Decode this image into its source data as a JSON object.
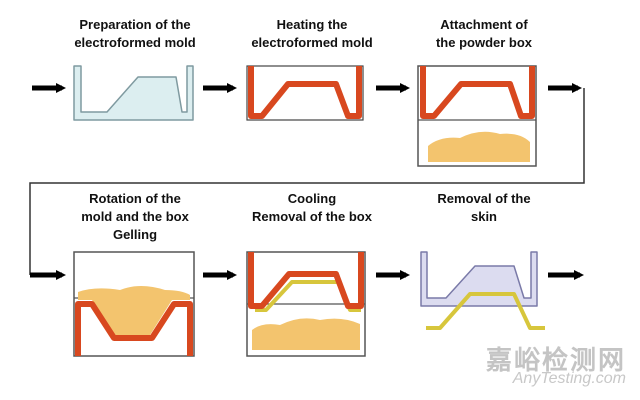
{
  "steps": [
    {
      "line1": "Preparation of the",
      "line2": "electroformed mold"
    },
    {
      "line1": "Heating the",
      "line2": "electroformed mold"
    },
    {
      "line1": "Attachment of",
      "line2": "the powder box"
    },
    {
      "line1": "Rotation of the",
      "line2": "mold and the box",
      "line3": "Gelling"
    },
    {
      "line1": "Cooling",
      "line2": "Removal of the box"
    },
    {
      "line1": "Removal of the",
      "line2": "skin"
    }
  ],
  "watermark": {
    "cn": "嘉峪检测网",
    "en": "AnyTesting.com"
  },
  "colors": {
    "mold_cold_fill": "#dceef0",
    "mold_cold_stroke": "#7f9aa0",
    "mold_hot": "#d8481f",
    "mold_removed_fill": "#dcdcf0",
    "mold_removed_stroke": "#7a7aa8",
    "powder": "#f3c46e",
    "skin": "#d7c63c",
    "box_stroke": "#555555",
    "arrow": "#000000"
  }
}
